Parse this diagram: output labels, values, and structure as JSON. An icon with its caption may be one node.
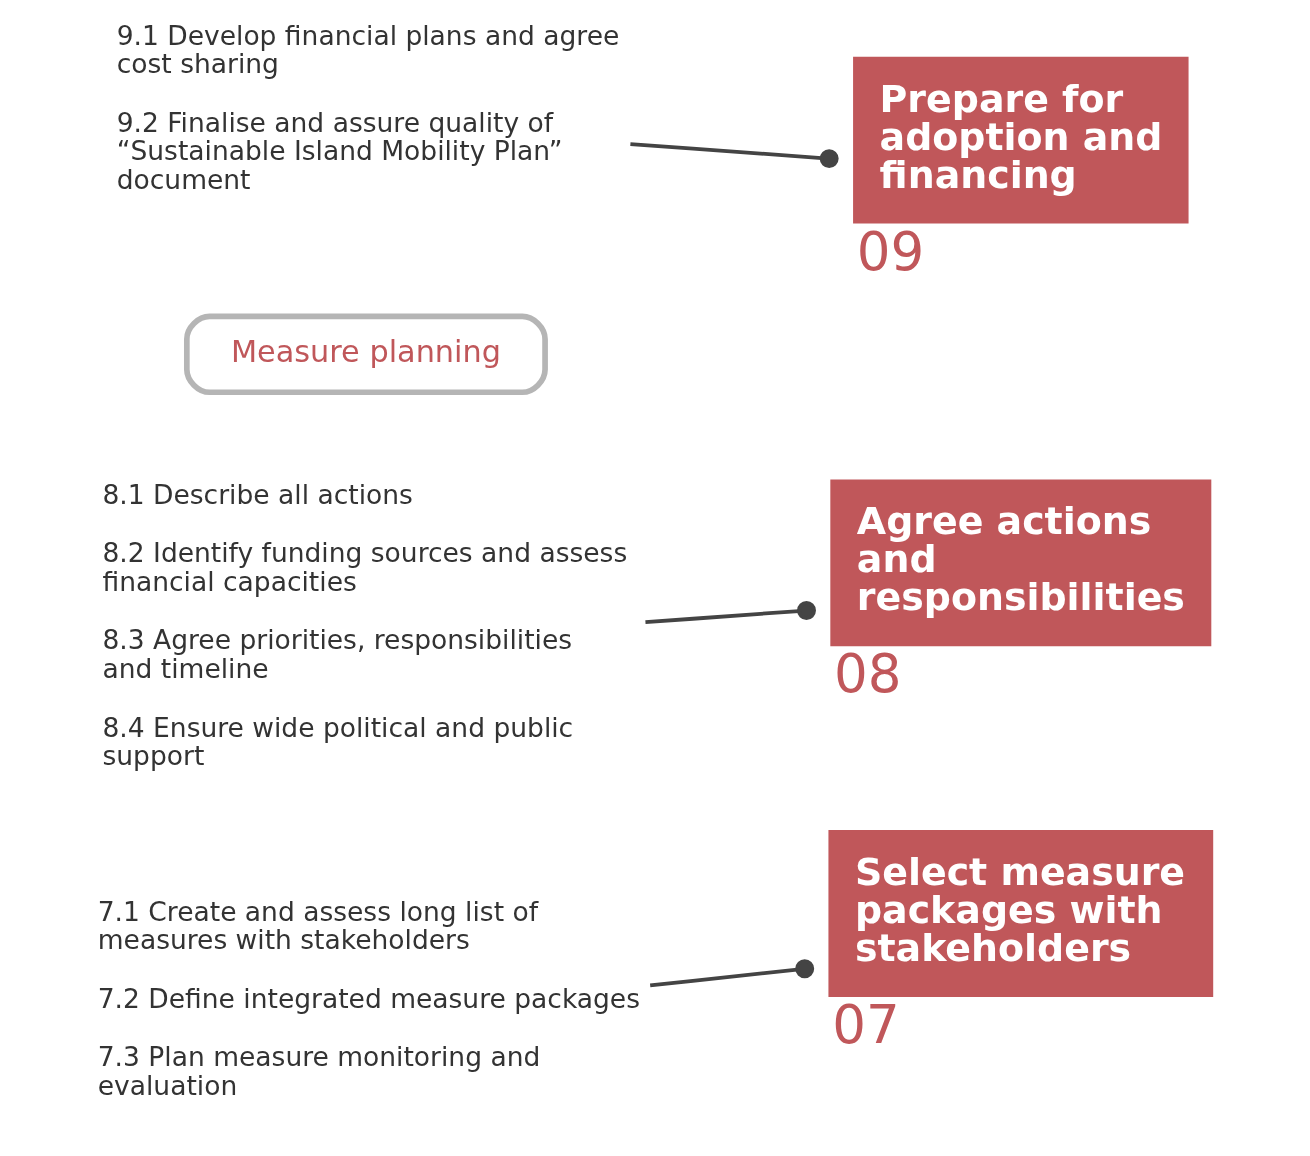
{
  "diagram": {
    "nodes": [
      {
        "text": [
          "Measure planning"
        ]
      },
      {
        "text": [
          "Prepare for adoption and financing"
        ],
        "beside": [
          "09"
        ]
      },
      {
        "text": [
          "Agree actions and responsibilities"
        ],
        "beside": [
          "08"
        ]
      },
      {
        "text": [
          "Select measure packages with stakeholders"
        ],
        "beside": [
          "07"
        ]
      },
      {
        "text": [
          "9.1 Develop financial plans and agree cost sharing",
          "9.2 Finalise and assure quality of “Sustainable Island Mobility Plan” document"
        ]
      },
      {
        "text": [
          "8.1 Describe all actions",
          "8.2 Identify funding sources and assess financial capacities",
          "8.3 Agree priorities, responsibilities and timeline",
          "8.4 Ensure wide political and public support"
        ]
      },
      {
        "text": [
          "7.1 Create and assess long list of measures with stakeholders",
          "7.2 Define integrated measure packages",
          "7.3 Plan measure monitoring and evaluation"
        ]
      }
    ],
    "edges": [
      {
        "from": 4,
        "to": 1,
        "arrow": "other"
      },
      {
        "from": 5,
        "to": 2,
        "arrow": "other"
      },
      {
        "from": 6,
        "to": 3,
        "arrow": "other"
      }
    ]
  }
}
